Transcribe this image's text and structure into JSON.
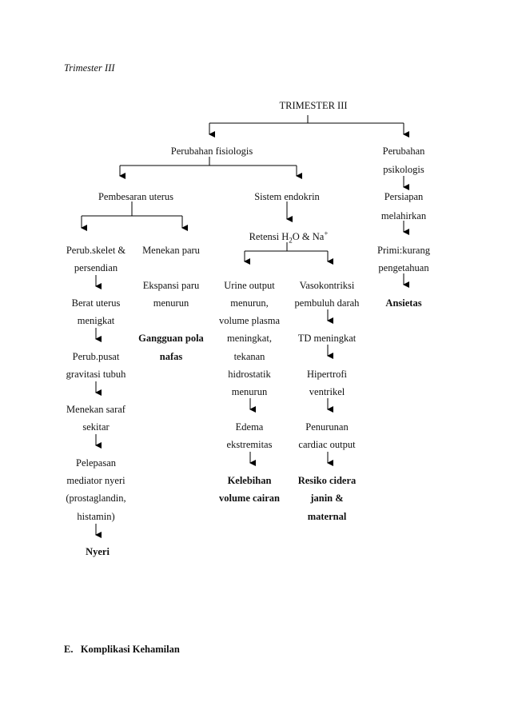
{
  "page_heading": "Trimester III",
  "root": "TRIMESTER III",
  "perubahan_fisiologis": "Perubahan fisiologis",
  "perubahan_psikologis": [
    "Perubahan",
    "psikologis"
  ],
  "pembesaran_uterus": "Pembesaran uterus",
  "sistem_endokrin": "Sistem endokrin",
  "retensi": {
    "prefix": "Retensi H",
    "sub": "2",
    "mid": "O & Na",
    "sup": "+"
  },
  "col1": [
    [
      "Perub.skelet &",
      "persendian"
    ],
    [
      "Berat uterus",
      "menigkat"
    ],
    [
      "Perub.pusat",
      "gravitasi tubuh"
    ],
    [
      "Menekan saraf",
      "sekitar"
    ],
    [
      "Pelepasan",
      "mediator nyeri",
      "(prostaglandin,",
      "histamin)"
    ],
    [
      "Nyeri"
    ]
  ],
  "col2": [
    [
      "Menekan paru"
    ],
    [
      "Ekspansi paru",
      "menurun"
    ],
    [
      "Gangguan pola",
      "nafas"
    ]
  ],
  "col3": [
    [
      "Urine output",
      "menurun,",
      "volume plasma",
      "meningkat,",
      "tekanan",
      "hidrostatik",
      "menurun"
    ],
    [
      "Edema",
      "ekstremitas"
    ],
    [
      "Kelebihan",
      "volume cairan"
    ]
  ],
  "col4": [
    [
      "Vasokontriksi",
      "pembuluh darah"
    ],
    [
      "TD meningkat"
    ],
    [
      "Hipertrofi",
      "ventrikel"
    ],
    [
      "Penurunan",
      "cardiac output"
    ],
    [
      "Resiko cidera",
      "janin &",
      "maternal"
    ]
  ],
  "col5": [
    [
      "Persiapan",
      "melahirkan"
    ],
    [
      "Primi:kurang",
      "pengetahuan"
    ],
    [
      "Ansietas"
    ]
  ],
  "footer_heading": "E.   Komplikasi Kehamilan"
}
